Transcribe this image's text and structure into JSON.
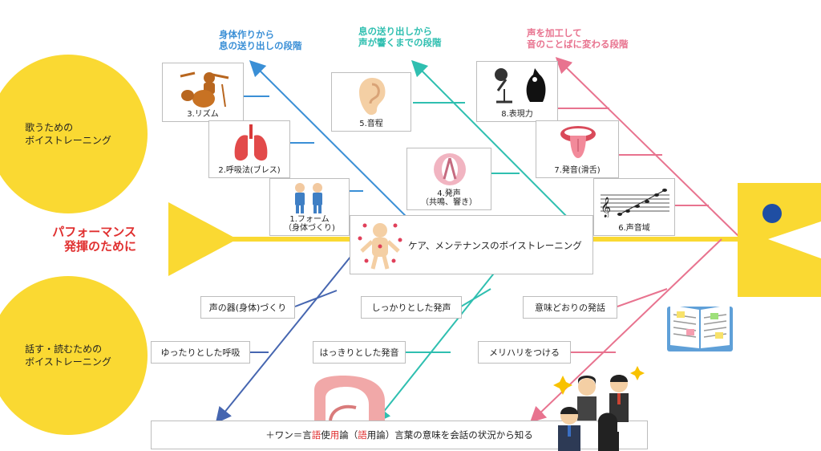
{
  "colors": {
    "yellow": "#fad932",
    "blue": "#3a8fd6",
    "teal": "#2fbfb0",
    "pink": "#e8738f",
    "navy": "#4666b0",
    "red_text": "#e03030",
    "spine": "#fad932"
  },
  "left_circles": {
    "singing": "歌うための\nボイストレーニング",
    "speaking": "話す・読むための\nボイストレーニング"
  },
  "goal": "パフォーマンス\n発揮のために",
  "phases": {
    "body": "身体作りから\n息の送り出しの段階",
    "breath": "息の送り出しから\n声が響くまでの段階",
    "voice": "声を加工して\n音のことばに変わる段階"
  },
  "upper_items": [
    {
      "label": "3.リズム",
      "icon": "drum-kit-icon"
    },
    {
      "label": "2.呼吸法(ブレス)",
      "icon": "lungs-icon"
    },
    {
      "label": "1.フォーム\n（身体づくり)",
      "icon": "posture-icon"
    },
    {
      "label": "5.音程",
      "icon": "ear-icon"
    },
    {
      "label": "4.発声\n（共鳴、響き）",
      "icon": "vocal-cords-icon"
    },
    {
      "label": "8.表現力",
      "icon": "microphone-icon"
    },
    {
      "label": "7.発音(滑舌)",
      "icon": "mouth-tongue-icon"
    },
    {
      "label": "6.声音域",
      "icon": "music-staff-icon"
    }
  ],
  "center_box": "ケア、メンテナンスのボイストレーニング",
  "lower_items": {
    "body_vessel": "声の器(身体)づくり",
    "relaxed_breath": "ゆったりとした呼吸",
    "firm_voice": "しっかりとした発声",
    "clear_pronunciation": "はっきりとした発音",
    "meaning_speech": "意味どおりの発話",
    "modulation": "メリハリをつける"
  },
  "bottom_bar": {
    "prefix": "＋ワン＝言",
    "red1": "語",
    "mid1": "使",
    "red2": "用",
    "mid2": "論（",
    "red3": "語",
    "mid3": "用論）言葉の意味を会話の状況から知る"
  }
}
